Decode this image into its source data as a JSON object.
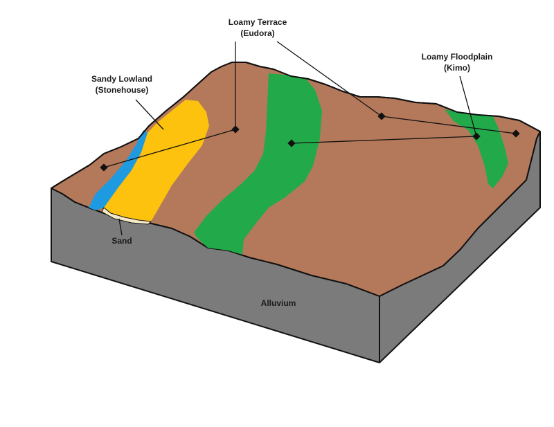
{
  "colors": {
    "alluvium": "#7b7b7b",
    "ground": "#b4785a",
    "water": "#1e9be0",
    "sandy": "#fcc20e",
    "sand": "#f4e8c6",
    "loamy": "#22aa4a",
    "outline": "#111111"
  },
  "labels": {
    "loamy_terrace": {
      "line1": "Loamy Terrace",
      "line2": "(Eudora)"
    },
    "sandy_lowland": {
      "line1": "Sandy Lowland",
      "line2": "(Stonehouse)"
    },
    "loamy_floodplain": {
      "line1": "Loamy Floodplain",
      "line2": "(Kimo)"
    },
    "sand": "Sand",
    "alluvium": "Alluvium"
  }
}
